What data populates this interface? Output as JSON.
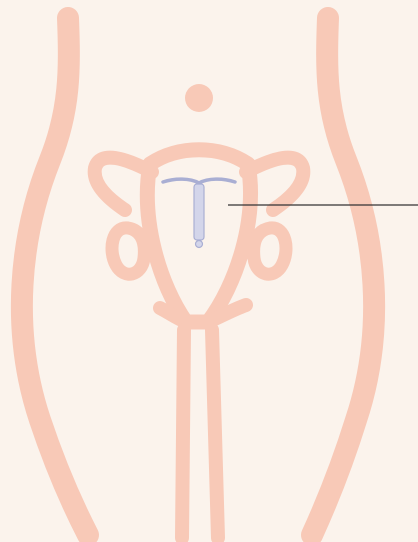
{
  "colors": {
    "background": "#fbf3ec",
    "anatomy_outline": "#f8c9b7",
    "device_fill": "#d3d5ea",
    "device_stroke": "#a9aed3",
    "pointer_line": "#333333"
  },
  "figure": {
    "anatomy": "female-reproductive-anatomy",
    "device": "t-shaped-intrauterine-device",
    "annotation": "pointer-line-without-label"
  }
}
